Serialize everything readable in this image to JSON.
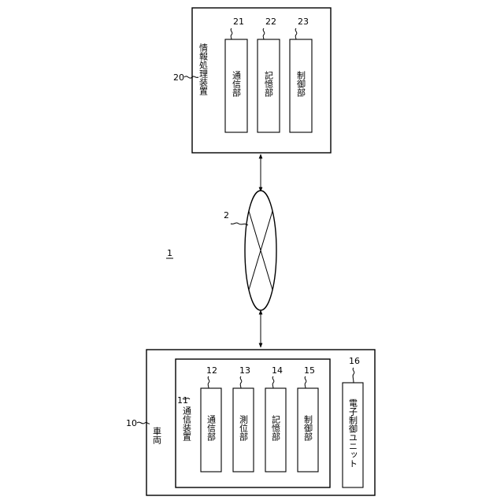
{
  "system": {
    "ref": "1"
  },
  "network": {
    "ref": "2"
  },
  "info_device": {
    "ref": "20",
    "label": "情報処理装置",
    "parts": [
      {
        "ref": "21",
        "label": "通信部"
      },
      {
        "ref": "22",
        "label": "記憶部"
      },
      {
        "ref": "23",
        "label": "制御部"
      }
    ]
  },
  "vehicle": {
    "ref": "10",
    "label": "車両",
    "comm_device": {
      "ref": "11",
      "label": "通信装置",
      "parts": [
        {
          "ref": "12",
          "label": "通信部"
        },
        {
          "ref": "13",
          "label": "測位部"
        },
        {
          "ref": "14",
          "label": "記憶部"
        },
        {
          "ref": "15",
          "label": "制御部"
        }
      ]
    },
    "ecu": {
      "ref": "16",
      "label": "電子制御ユニット"
    }
  }
}
